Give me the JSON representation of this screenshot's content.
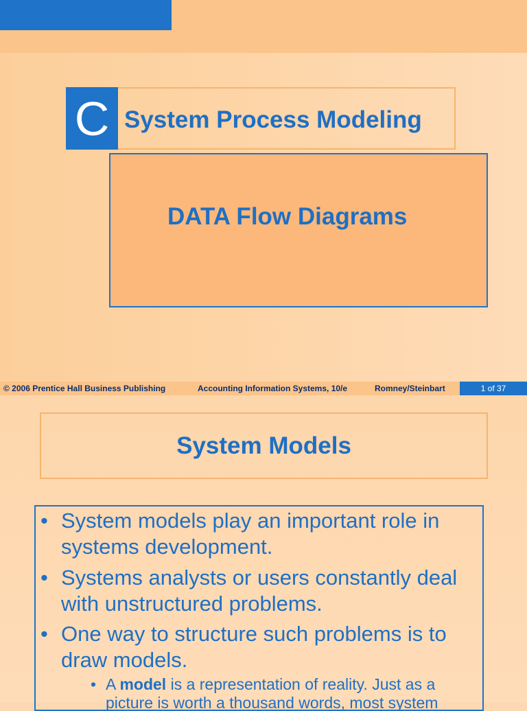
{
  "slide1": {
    "letter": "C",
    "title": "System Process Modeling",
    "subtitle": "DATA Flow Diagrams"
  },
  "footer": {
    "copyright": "© 2006 Prentice Hall Business Publishing",
    "book": "Accounting Information Systems, 10/e",
    "authors": "Romney/Steinbart",
    "page": "1 of 37"
  },
  "slide2": {
    "title": "System Models",
    "bullets": [
      "System models play an important role in systems development.",
      "Systems analysts or users constantly deal with unstructured problems.",
      "One way to structure such problems is to draw models."
    ],
    "subbullet": {
      "prefix": "A ",
      "bold": "model",
      "rest": " is a representation of reality. Just as a picture is worth a thousand words, most system"
    }
  },
  "colors": {
    "accent_blue": "#1f73c9",
    "text_blue": "#1f6fc4",
    "orange": "#fbb87a",
    "background": "#fdd9b3"
  }
}
